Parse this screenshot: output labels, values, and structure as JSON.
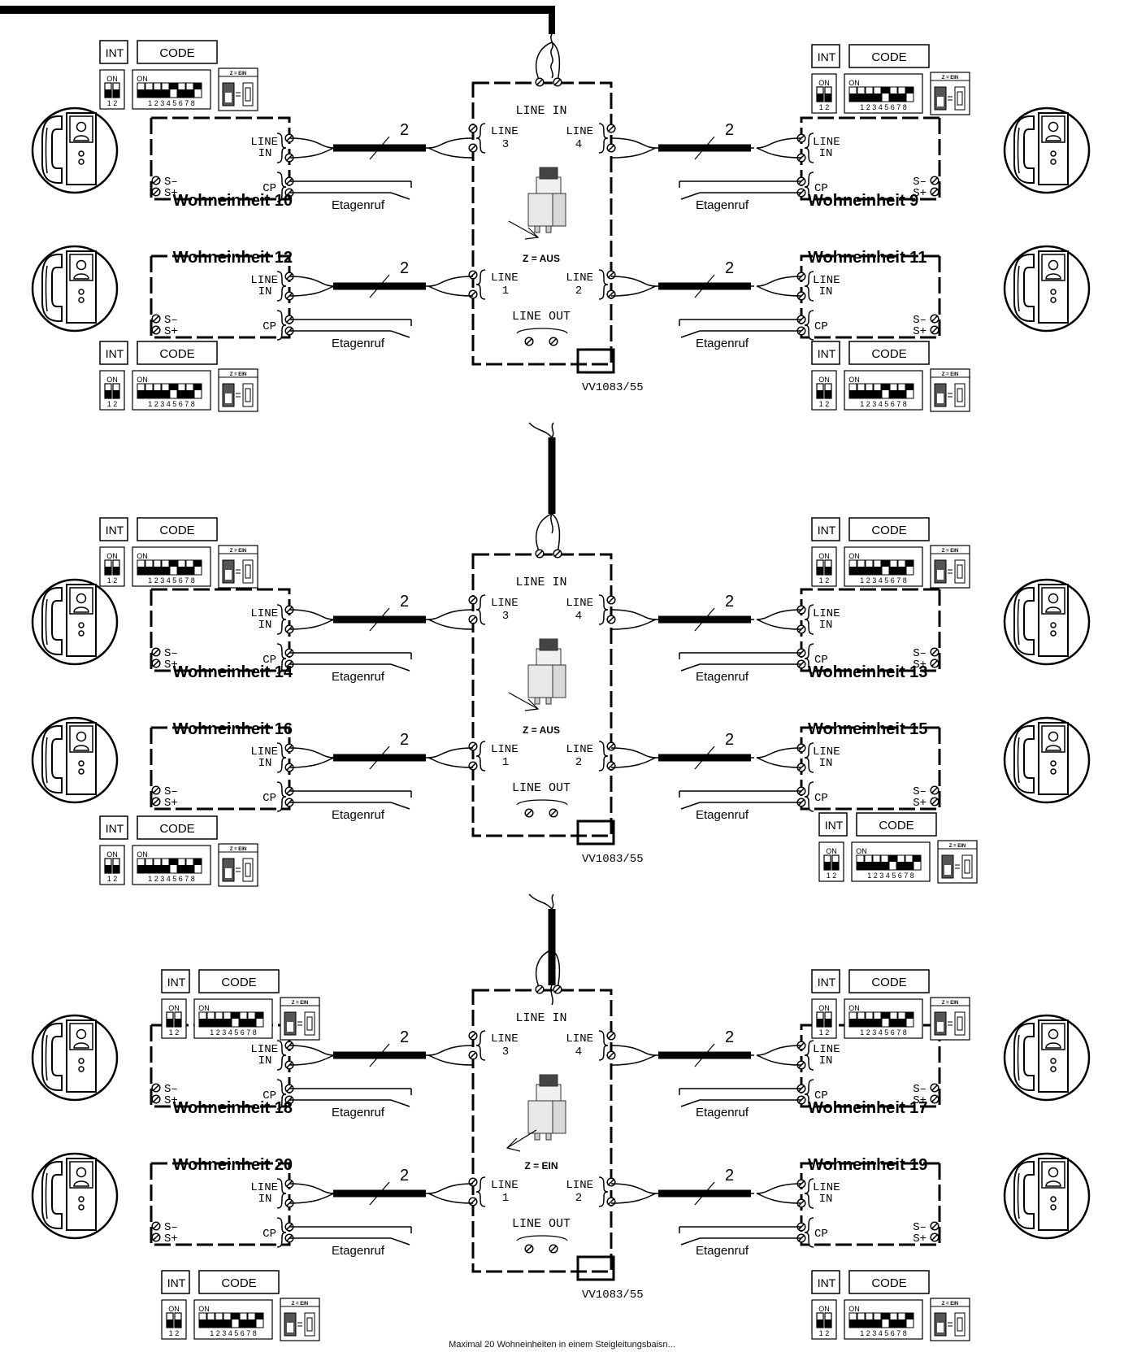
{
  "labels": {
    "line_in": "LINE IN",
    "line_out": "LINE OUT",
    "line": "LINE",
    "in": "IN",
    "cp": "CP",
    "s_minus": "S–",
    "s_plus": "S+",
    "etagenruf": "Etagenruf",
    "int": "INT",
    "code": "CODE",
    "on": "ON",
    "z_ein_small": "Z = EIN",
    "sw2_nums": "1 2",
    "sw8_nums": "1 2 3 4 5 6 7 8",
    "cable_count": "2",
    "model": "VV1083/55"
  },
  "distributors": [
    {
      "z_label": "Z = AUS",
      "jumper_direction": "out",
      "port_numbers": [
        "3",
        "4",
        "1",
        "2"
      ]
    },
    {
      "z_label": "Z = AUS",
      "jumper_direction": "out",
      "port_numbers": [
        "3",
        "4",
        "1",
        "2"
      ]
    },
    {
      "z_label": "Z = EIN",
      "jumper_direction": "in",
      "port_numbers": [
        "3",
        "4",
        "1",
        "2"
      ]
    }
  ],
  "units": [
    {
      "name": "Wohneinheit 10"
    },
    {
      "name": "Wohneinheit 9"
    },
    {
      "name": "Wohneinheit 12"
    },
    {
      "name": "Wohneinheit 11"
    },
    {
      "name": "Wohneinheit 14"
    },
    {
      "name": "Wohneinheit 13"
    },
    {
      "name": "Wohneinheit 16"
    },
    {
      "name": "Wohneinheit 15"
    },
    {
      "name": "Wohneinheit 18"
    },
    {
      "name": "Wohneinheit 17"
    },
    {
      "name": "Wohneinheit 20"
    },
    {
      "name": "Wohneinheit 19"
    }
  ],
  "caption": "Maximal 20 Wohneinheiten in einem Steigleitungsbaisn..."
}
